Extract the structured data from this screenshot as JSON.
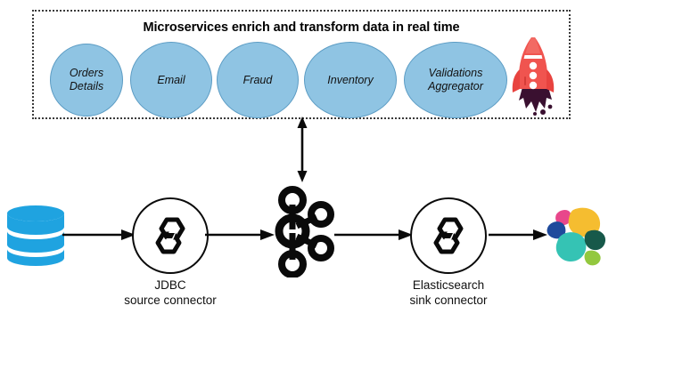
{
  "diagram": {
    "title": "Microservices enrich and transform data in real time",
    "microservices_box": {
      "border_style": "dotted",
      "title": "Microservices enrich and transform data in real time",
      "services": [
        {
          "label_lines": [
            "Orders",
            "Details"
          ],
          "label": "Orders Details",
          "shape": "ellipse",
          "fill": "#8fc4e3",
          "stroke": "#5c9cc4"
        },
        {
          "label_lines": [
            "Email"
          ],
          "label": "Email",
          "shape": "ellipse",
          "fill": "#8fc4e3",
          "stroke": "#5c9cc4"
        },
        {
          "label_lines": [
            "Fraud"
          ],
          "label": "Fraud",
          "shape": "ellipse",
          "fill": "#8fc4e3",
          "stroke": "#5c9cc4"
        },
        {
          "label_lines": [
            "Inventory"
          ],
          "label": "Inventory",
          "shape": "ellipse",
          "fill": "#8fc4e3",
          "stroke": "#5c9cc4"
        },
        {
          "label_lines": [
            "Validations",
            "Aggregator"
          ],
          "label": "Validations Aggregator",
          "shape": "ellipse",
          "fill": "#8fc4e3",
          "stroke": "#5c9cc4"
        }
      ],
      "decoration": {
        "icon": "rocket-icon",
        "body_color": "#f0544f",
        "accent_color": "#3a1030"
      }
    },
    "pipeline": {
      "nodes": [
        {
          "id": "database",
          "icon": "database-cylinder-icon",
          "label": "",
          "color": "#1fa3e0"
        },
        {
          "id": "jdbc-source-connector",
          "icon": "kafka-connect-icon",
          "label_lines": [
            "JDBC",
            "source connector"
          ],
          "label": "JDBC source connector"
        },
        {
          "id": "kafka",
          "icon": "apache-kafka-icon",
          "label": "",
          "color": "#0a0a0a"
        },
        {
          "id": "elasticsearch-sink-connector",
          "icon": "kafka-connect-icon",
          "label_lines": [
            "Elasticsearch",
            "sink connector"
          ],
          "label": "Elasticsearch sink connector"
        },
        {
          "id": "elasticsearch",
          "icon": "elasticsearch-logo-icon",
          "label": ""
        }
      ],
      "arrows": [
        {
          "from": "database",
          "to": "jdbc-source-connector",
          "direction": "right"
        },
        {
          "from": "jdbc-source-connector",
          "to": "kafka",
          "direction": "right"
        },
        {
          "from": "kafka",
          "to": "elasticsearch-sink-connector",
          "direction": "right"
        },
        {
          "from": "elasticsearch-sink-connector",
          "to": "elasticsearch",
          "direction": "right"
        },
        {
          "from": "kafka",
          "to": "microservices_box",
          "direction": "bidirectional-vertical"
        }
      ]
    },
    "colors": {
      "service_fill": "#8fc4e3",
      "service_stroke": "#5c9cc4",
      "database_blue": "#1fa3e0",
      "stroke_black": "#0a0a0a",
      "rocket_red": "#f0544f",
      "es_pink": "#e8478b",
      "es_yellow": "#f5bd30",
      "es_blue": "#1f4a9c",
      "es_teal": "#35c3b4",
      "es_darkgreen": "#17594a",
      "es_lightgreen": "#93c83e"
    }
  }
}
